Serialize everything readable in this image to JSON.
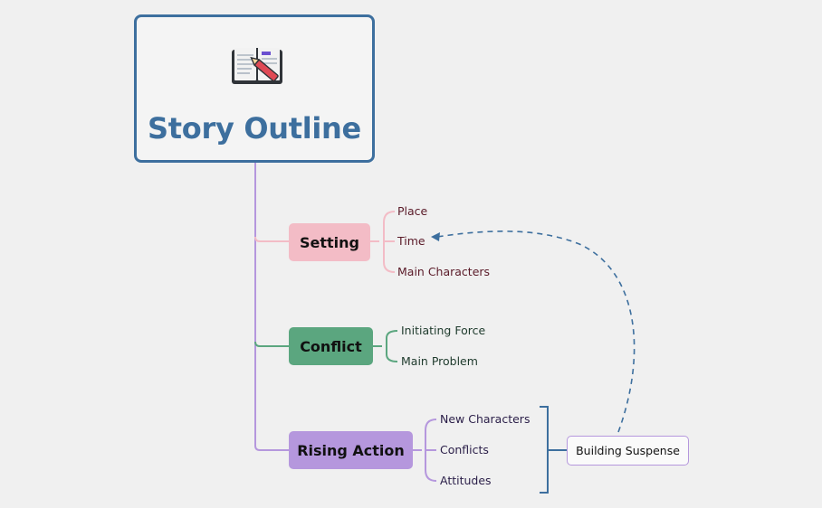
{
  "title": "Story Outline",
  "root_icon": "open-book-pencil-icon",
  "colors": {
    "root": "#3d6f9e",
    "setting": "#f3bcc6",
    "conflict": "#5ba67f",
    "rising_action": "#b597dd",
    "relationship": "#3d6f9e"
  },
  "branches": [
    {
      "label": "Setting",
      "children": [
        "Place",
        "Time",
        "Main Characters"
      ]
    },
    {
      "label": "Conflict",
      "children": [
        "Initiating Force",
        "Main Problem"
      ]
    },
    {
      "label": "Rising Action",
      "children": [
        "New Characters",
        "Conflicts",
        "Attitudes"
      ]
    }
  ],
  "summary": {
    "label": "Building Suspense",
    "covers": "Rising Action"
  },
  "relationship": {
    "from": "Building Suspense",
    "to": "Time",
    "style": "dashed-arrow"
  }
}
